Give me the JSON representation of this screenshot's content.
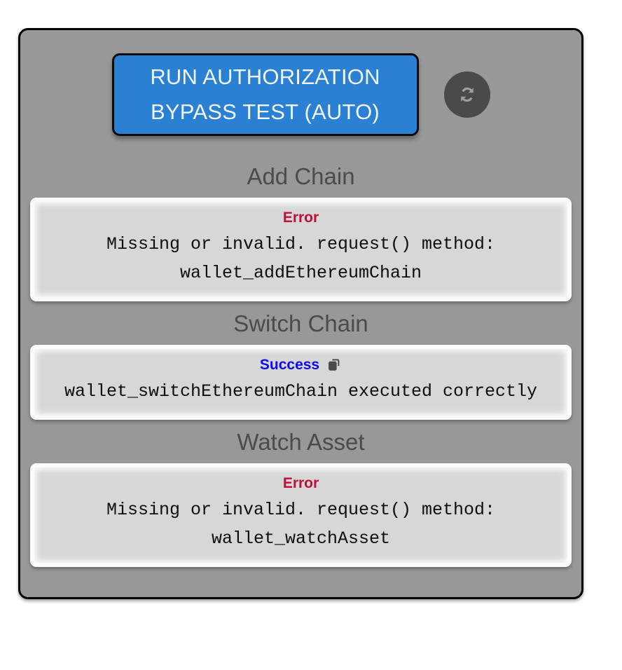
{
  "panel": {
    "toolbar": {
      "run_test_button": {
        "line1": "RUN AUTHORIZATION",
        "line2": "BYPASS TEST (AUTO)",
        "full_label": "RUN AUTHORIZATION BYPASS TEST (AUTO)",
        "background_color": "#2a80d2",
        "text_color": "#f2f6fa"
      },
      "refresh_button": {
        "icon": "refresh-sync-icon",
        "background_color": "#4a4a4a",
        "icon_color": "#9e9e9e"
      }
    },
    "background_color": "#989898",
    "border_color": "#000000",
    "sections": [
      {
        "title": "Add Chain",
        "result": {
          "status": "Error",
          "status_type": "error",
          "status_color": "#c20d38",
          "message": "Missing or invalid. request() method: wallet_addEthereumChain",
          "has_copy_icon": false
        }
      },
      {
        "title": "Switch Chain",
        "result": {
          "status": "Success",
          "status_type": "success",
          "status_color": "#1008f0",
          "message": "wallet_switchEthereumChain executed correctly",
          "has_copy_icon": true,
          "copy_icon_name": "copy-icon"
        }
      },
      {
        "title": "Watch Asset",
        "result": {
          "status": "Error",
          "status_type": "error",
          "status_color": "#c20d38",
          "message": "Missing or invalid. request() method: wallet_watchAsset",
          "has_copy_icon": false
        }
      }
    ]
  }
}
